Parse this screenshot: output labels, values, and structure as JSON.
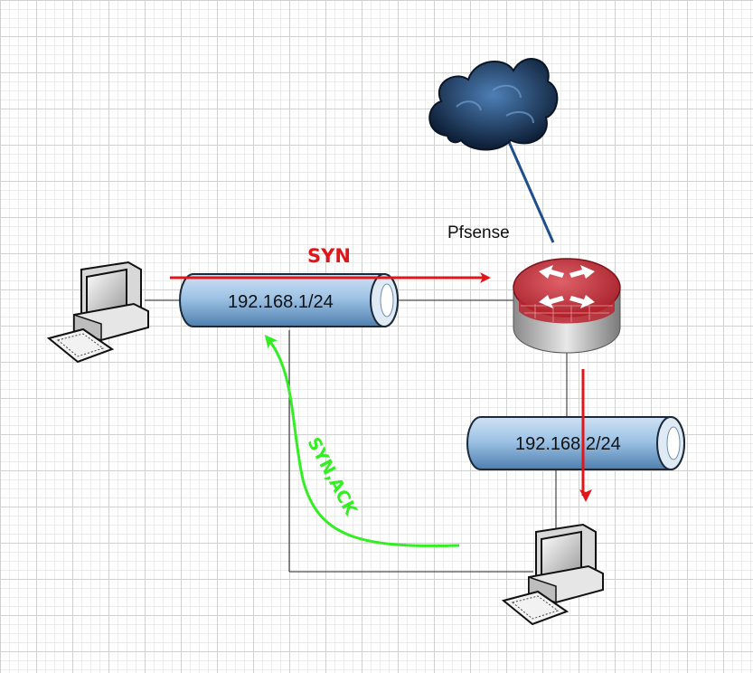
{
  "colors": {
    "syn_arrow": "#e0161b",
    "synack_arrow": "#33ee22",
    "pipe_body": "#9ec3e6",
    "pipe_outline": "#1a2a3a",
    "router_red": "#c8303a",
    "cloud_blue": "#1f3f66",
    "link_blue": "#1f4f8a",
    "wire": "#222222"
  },
  "labels": {
    "firewall": "Pfsense",
    "lan1": "192.168.1/24",
    "lan2": "192.168.2/24",
    "syn": "SYN",
    "synack": "SYN,ACK"
  },
  "icons": {
    "internet": "cloud-icon",
    "firewall": "router-icon",
    "host_a": "desktop-computer-icon",
    "host_b": "desktop-computer-icon"
  }
}
